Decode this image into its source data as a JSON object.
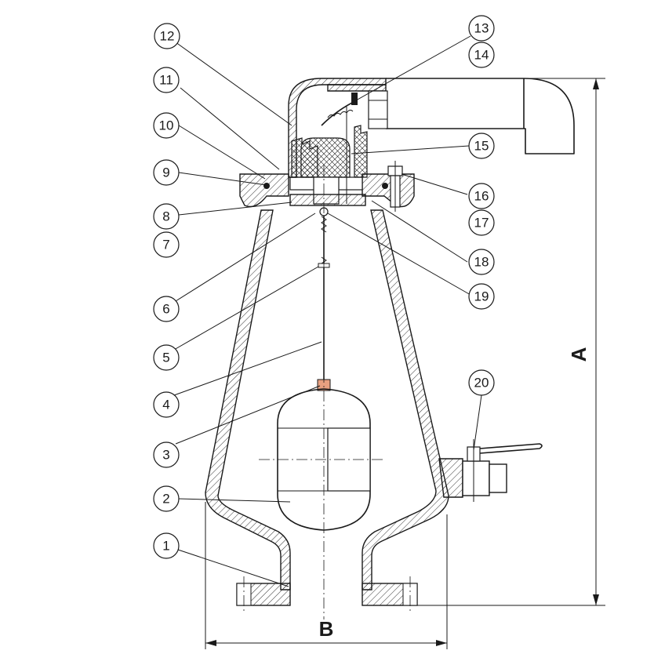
{
  "callouts": [
    "1",
    "2",
    "3",
    "4",
    "5",
    "6",
    "7",
    "8",
    "9",
    "10",
    "11",
    "12",
    "13",
    "14",
    "15",
    "16",
    "17",
    "18",
    "19",
    "20"
  ],
  "dimensions": {
    "height_label": "A",
    "width_label": "B"
  },
  "accent_color": "#e8a080"
}
